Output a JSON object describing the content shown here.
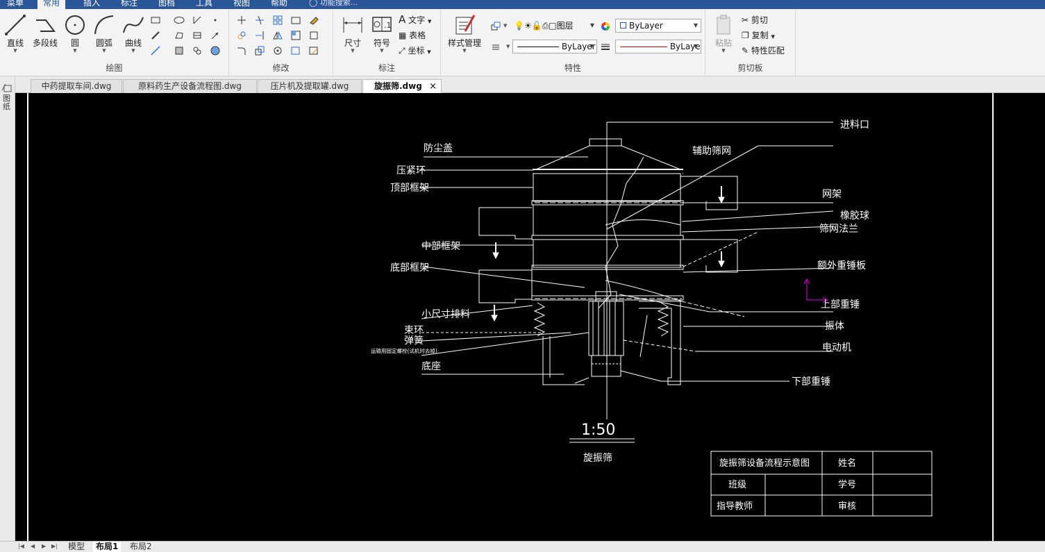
{
  "menu": {
    "items": [
      "菜单",
      "常用",
      "插入",
      "标注",
      "图档",
      "工具",
      "视图",
      "帮助"
    ],
    "search": "功能搜索..."
  },
  "ribbon": {
    "draw": {
      "title": "绘图",
      "line": "直线",
      "polyline": "多段线",
      "circle": "圆",
      "arc": "圆弧",
      "spline": "曲线"
    },
    "modify": {
      "title": "修改"
    },
    "annotate": {
      "title": "标注",
      "dimension": "尺寸",
      "symbol": "符号",
      "text": "文字",
      "table": "表格",
      "coordinate": "坐标"
    },
    "properties": {
      "title": "特性",
      "style_manager": "样式管理",
      "layer": "图层",
      "color": "ByLayer",
      "linetype": "ByLayer",
      "lineweight": "ByLayer"
    },
    "clipboard": {
      "title": "剪切板",
      "paste": "粘贴",
      "cut": "剪切",
      "copy": "复制",
      "match": "特性匹配"
    }
  },
  "doc_tabs": [
    "中药提取车间.dwg",
    "原料药生产设备流程图.dwg",
    "压片机及提取罐.dwg",
    "旋振筛.dwg"
  ],
  "left_strip_label": "图纸",
  "layout_tabs": [
    "模型",
    "布局1",
    "布局2"
  ],
  "drawing": {
    "labels_left": [
      "防尘盖",
      "压紧环",
      "顶部框架",
      "中部框架",
      "底部框架",
      "小尺寸排料",
      "束环",
      "弹簧",
      "运输用固定螺栓(试机时去掉)",
      "底座"
    ],
    "labels_right": [
      "进料口",
      "辅助筛网",
      "网架",
      "橡胶球",
      "筛网法兰",
      "额外重锤板",
      "上部重锤",
      "振体",
      "电动机",
      "下部重锤"
    ],
    "scale": "1:50",
    "caption": "旋振筛",
    "title_block": {
      "drawing_name": "旋振筛设备流程示意图",
      "name_label": "姓名",
      "class_label": "班级",
      "student_id_label": "学号",
      "advisor_label": "指导教师",
      "review_label": "审核"
    }
  },
  "colors": {
    "menubar": "#2a5599",
    "canvas": "#000000",
    "cad_line": "#ffffff",
    "ucs": "#c000c0",
    "lineweight_red": "#d00000"
  }
}
